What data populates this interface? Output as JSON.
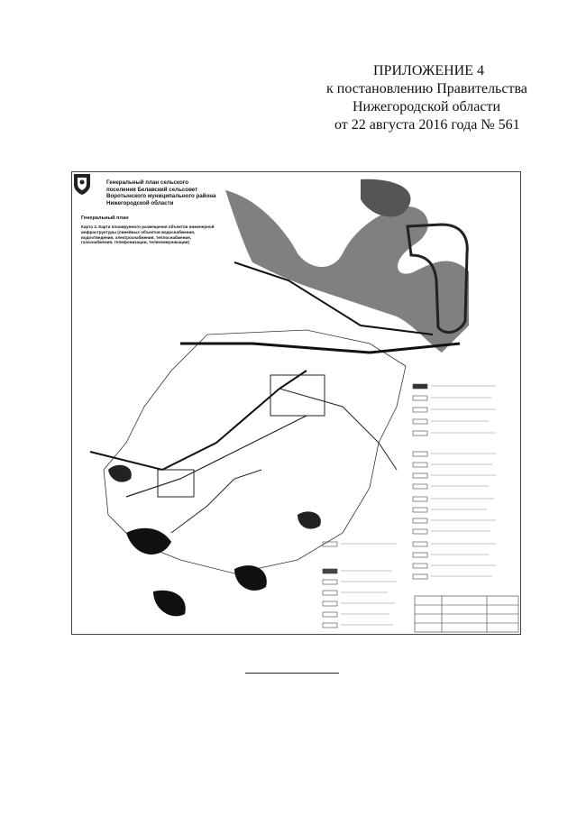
{
  "header": {
    "line1": "ПРИЛОЖЕНИЕ 4",
    "line2": "к постановлению Правительства",
    "line3": "Нижегородской области",
    "line4": "от 22 августа 2016 года № 561"
  },
  "map_sheet": {
    "title_lines": [
      "Генеральный план сельского",
      "поселения Белавский сельсовет",
      "Воротынского муниципального района",
      "Нижегородской области"
    ],
    "plan_label": "Генеральный план",
    "map_description": "Карта 3. Карта планируемого размещения объектов инженерной инфраструктуры (линейных объектов водоснабжения, водоотведения, электроснабжения, теплоснабжения, газоснабжения, телефонизации, телекоммуникации)"
  },
  "icons": {
    "coat_of_arms": "coat-of-arms-icon"
  },
  "colors": {
    "ink": "#111111",
    "water": "#6a6a6a",
    "paper": "#ffffff"
  }
}
